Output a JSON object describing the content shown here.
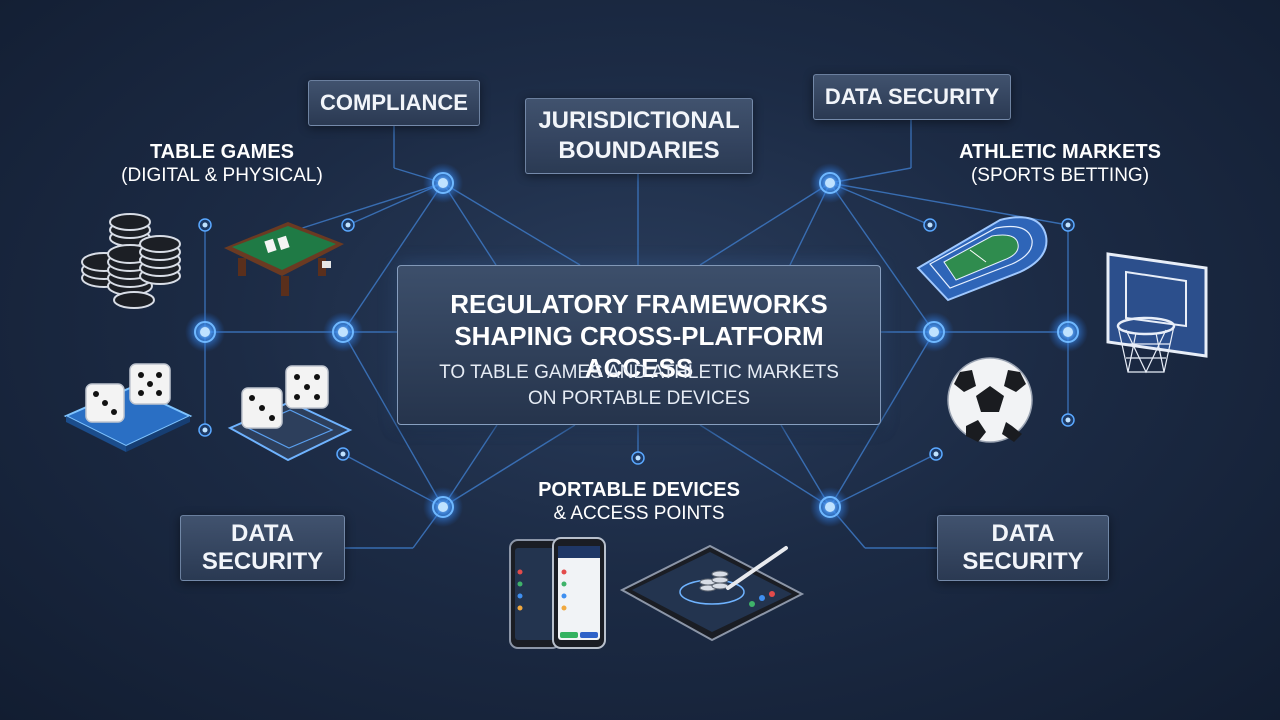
{
  "center": {
    "title_line1": "REGULATORY FRAMEWORKS",
    "title_line2": "SHAPING CROSS-PLATFORM ACCESS",
    "sub_line1": "TO TABLE GAMES AND ATHLETIC MARKETS",
    "sub_line2": "ON PORTABLE DEVICES"
  },
  "boxes": {
    "compliance": "COMPLIANCE",
    "jurisdictional_line1": "JURISDICTIONAL",
    "jurisdictional_line2": "BOUNDARIES",
    "data_security_top": "DATA SECURITY",
    "data_security_left_line1": "DATA",
    "data_security_left_line2": "SECURITY",
    "data_security_right_line1": "DATA",
    "data_security_right_line2": "SECURITY"
  },
  "categories": {
    "table_games_line1": "TABLE GAMES",
    "table_games_line2": "(DIGITAL & PHYSICAL)",
    "athletic_line1": "ATHLETIC MARKETS",
    "athletic_line2": "(SPORTS BETTING)",
    "portable_line1": "PORTABLE DEVICES",
    "portable_line2": "& ACCESS POINTS"
  },
  "illustrations": [
    "poker-chips",
    "card-table",
    "dice",
    "dice-board",
    "running-track",
    "basketball-hoop",
    "soccer-ball",
    "smartphones",
    "tablet"
  ],
  "colors": {
    "background": "#1c2b45",
    "node_glow": "#4aa3ff",
    "line": "#3d78c4",
    "box_fill": "#3c4e6c",
    "text": "#ffffff"
  }
}
